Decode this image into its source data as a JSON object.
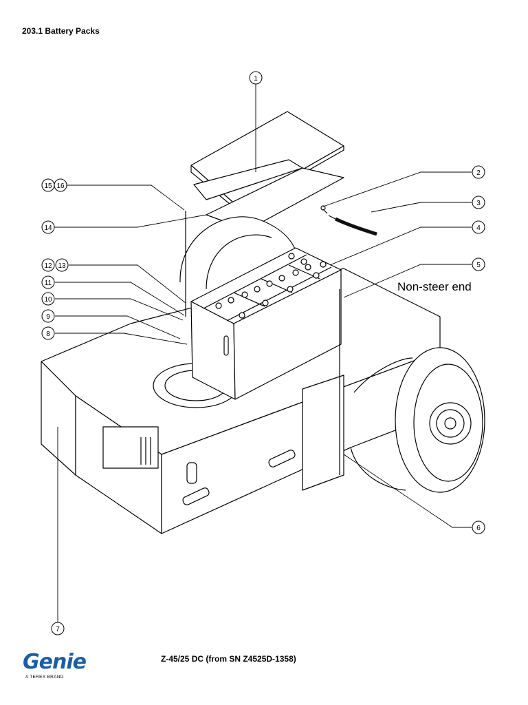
{
  "page": {
    "title": "203.1 Battery Packs",
    "note": "Non-steer end",
    "model": "Z-45/25 DC (from SN Z4525D-1358)"
  },
  "brand": {
    "name": "Genie",
    "tagline": "A TEREX BRAND",
    "color": "#1a5fa6"
  },
  "callouts": [
    "1",
    "2",
    "3",
    "4",
    "5",
    "6",
    "7",
    "8",
    "9",
    "10",
    "11",
    "12",
    "13",
    "14",
    "15",
    "16"
  ]
}
